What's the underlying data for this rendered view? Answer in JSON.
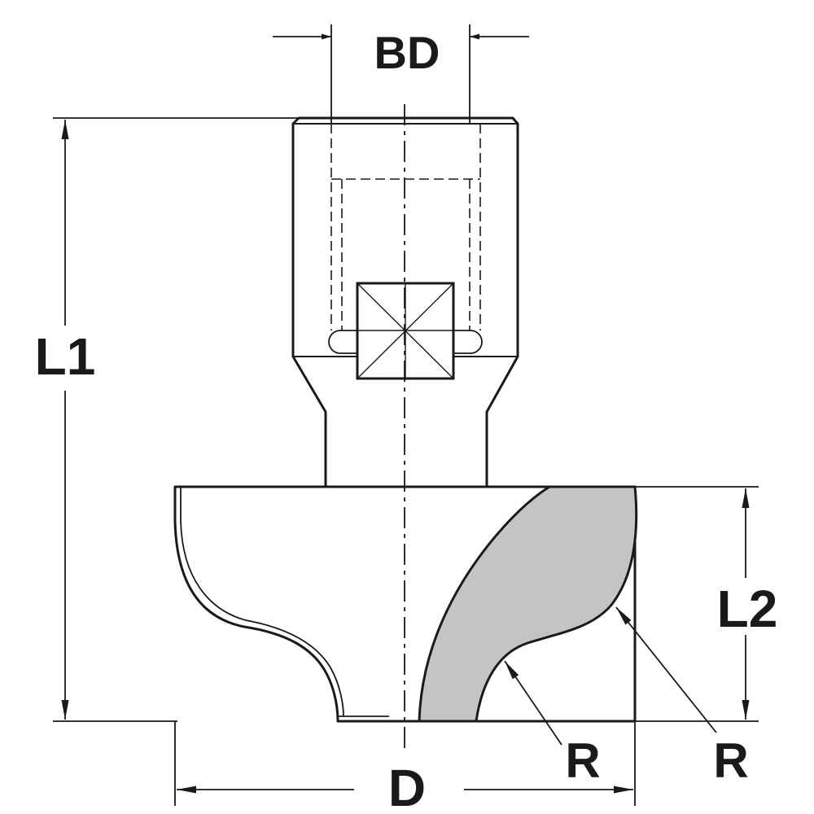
{
  "labels": {
    "bore_diameter": "BD",
    "overall_length": "L1",
    "cutting_length": "L2",
    "diameter": "D",
    "radius_inner": "R",
    "radius_outer": "R"
  },
  "colors": {
    "line": "#1a1a1a",
    "cutter_fill": "#c4c4c4",
    "background": "#ffffff"
  }
}
